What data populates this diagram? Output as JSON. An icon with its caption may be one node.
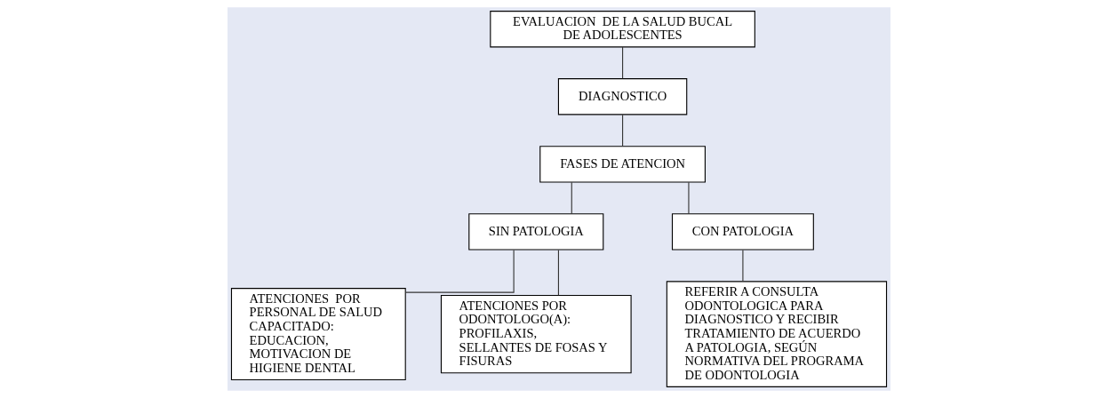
{
  "diagram": {
    "nodes": [
      {
        "text": [
          "EVALUACION  DE LA SALUD BUCAL  DE ADOLESCENTES"
        ]
      },
      {
        "text": [
          "DIAGNOSTICO"
        ]
      },
      {
        "text": [
          "FASES DE ATENCION"
        ]
      },
      {
        "text": [
          "SIN PATOLOGIA"
        ]
      },
      {
        "text": [
          "CON PATOLOGIA"
        ]
      },
      {
        "text": [
          "ATENCIONES  POR PERSONAL DE SALUD CAPACITADO: EDUCACION, MOTIVACION DE HIGIENE DENTAL"
        ]
      },
      {
        "text": [
          "ATENCIONES POR ODONTOLOGO(A): PROFILAXIS, SELLANTES DE FOSAS Y FISURAS"
        ]
      },
      {
        "text": [
          "REFERIR A CONSULTA ODONTOLOGICA PARA DIAGNOSTICO Y RECIBIR TRATAMIENTO DE ACUERDO A PATOLOGIA, SEGÚN NORMATIVA DEL PROGRAMA  DE ODONTOLOGIA"
        ]
      }
    ],
    "edges": [
      {
        "from": 0,
        "to": 1,
        "arrow": "none"
      },
      {
        "from": 1,
        "to": 2,
        "arrow": "none"
      },
      {
        "from": 2,
        "to": 3,
        "arrow": "none"
      },
      {
        "from": 2,
        "to": 4,
        "arrow": "none"
      },
      {
        "from": 3,
        "to": 5,
        "arrow": "none"
      },
      {
        "from": 3,
        "to": 6,
        "arrow": "none"
      },
      {
        "from": 4,
        "to": 7,
        "arrow": "none"
      }
    ]
  }
}
